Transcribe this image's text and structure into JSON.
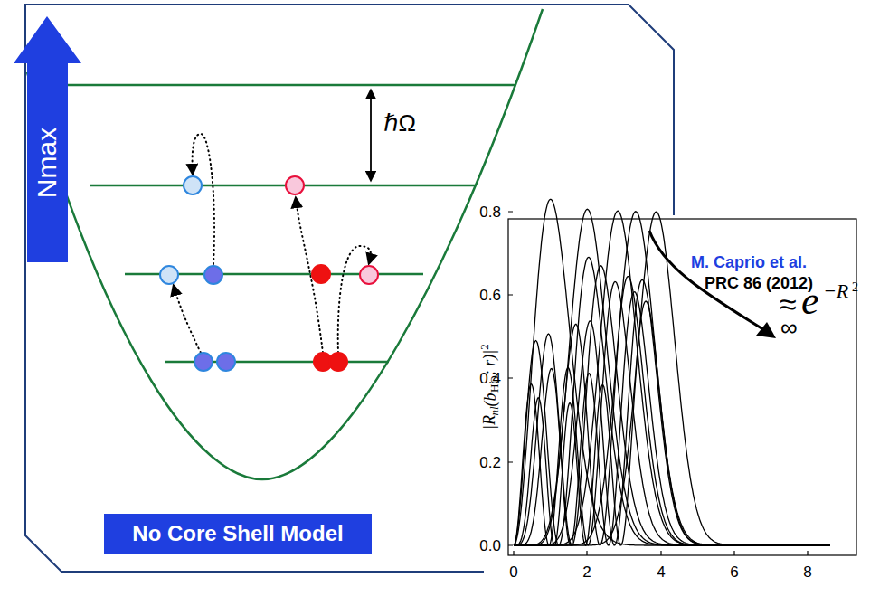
{
  "diagram": {
    "nodes": [
      {
        "text": [
          "No Core Shell Model"
        ]
      }
    ],
    "labels": [
      "Nmax",
      "ℏΩ",
      "M. Caprio et al.",
      "PRC 86 (2012)",
      "≈",
      "∞",
      "e",
      "−R",
      "2",
      "|R",
      "nl",
      "(b",
      "HO",
      "; r)|",
      "2",
      "0.0",
      "0.2",
      "0.4",
      "0.6",
      "0.8",
      "0",
      "2",
      "4",
      "6",
      "8"
    ]
  }
}
